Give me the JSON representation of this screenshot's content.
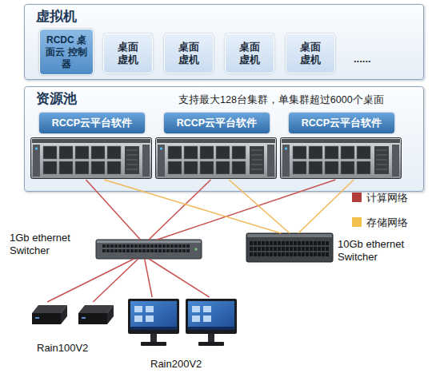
{
  "diagram": {
    "nodes": [
      {
        "text": [
          "虚拟机"
        ]
      },
      {
        "text": [
          "RCDC 桌面云 控制器"
        ],
        "in": 0
      },
      {
        "text": [
          "桌面 虚机"
        ],
        "in": 0
      },
      {
        "text": [
          "桌面 虚机"
        ],
        "in": 0
      },
      {
        "text": [
          "桌面 虚机"
        ],
        "in": 0
      },
      {
        "text": [
          "桌面 虚机"
        ],
        "in": 0
      },
      {
        "text": [
          "资源池",
          "支持最大128台集群，单集群超过6000个桌面"
        ]
      },
      {
        "text": [
          "RCCP云平台软件"
        ],
        "in": 6
      },
      {
        "text": [
          "RCCP云平台软件"
        ],
        "in": 6
      },
      {
        "text": [
          "RCCP云平台软件"
        ],
        "in": 6
      },
      {
        "text": [
          "1Gb ethernet Switcher"
        ]
      },
      {
        "text": [
          "10Gb ethernet Switcher"
        ]
      },
      {
        "text": [
          "Rain100V2"
        ]
      },
      {
        "text": [
          "Rain200V2"
        ]
      }
    ],
    "edges": [
      {
        "from": 7,
        "to": 10,
        "arrow": "none"
      },
      {
        "from": 8,
        "to": 10,
        "arrow": "none"
      },
      {
        "from": 9,
        "to": 10,
        "arrow": "none"
      },
      {
        "from": 7,
        "to": 11,
        "arrow": "none"
      },
      {
        "from": 8,
        "to": 11,
        "arrow": "none"
      },
      {
        "from": 9,
        "to": 11,
        "arrow": "none"
      },
      {
        "from": 10,
        "to": 12,
        "arrow": "none"
      },
      {
        "from": 10,
        "to": 12,
        "arrow": "none"
      },
      {
        "from": 10,
        "to": 13,
        "arrow": "none"
      },
      {
        "from": 10,
        "to": 13,
        "arrow": "none"
      }
    ],
    "labels": [
      "......"
    ],
    "legend": [
      {
        "text": "计算网络",
        "color": "#b23b3b"
      },
      {
        "text": "存储网络",
        "color": "#f3c04d"
      }
    ]
  }
}
